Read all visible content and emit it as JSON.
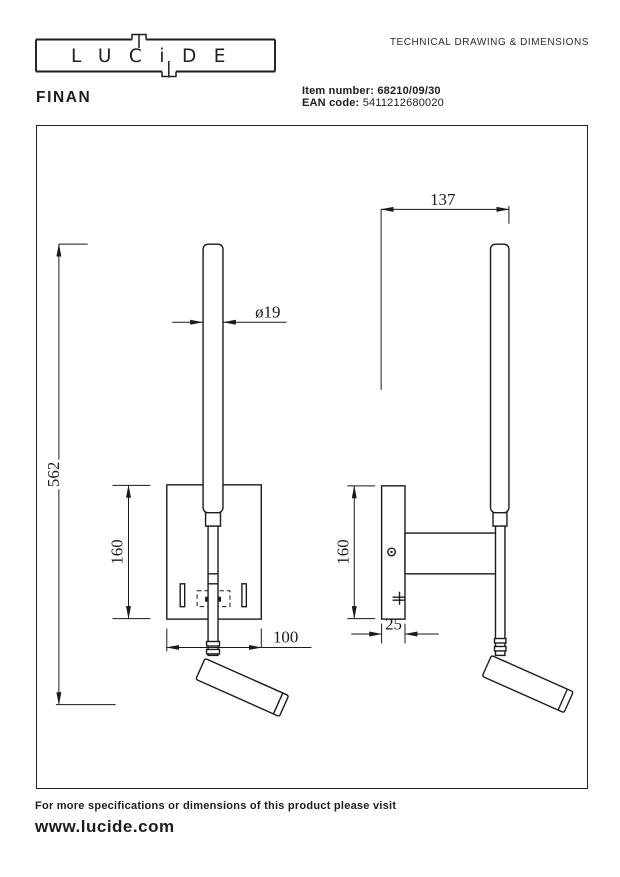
{
  "header": {
    "logo_text": "LUCiDE",
    "doc_title": "TECHNICAL DRAWING & DIMENSIONS",
    "product_name": "FINAN",
    "item_number_label": "Item number:",
    "item_number": "68210/09/30",
    "ean_label": "EAN code:",
    "ean": "5411212680020"
  },
  "drawing": {
    "dimensions": {
      "total_height": "562",
      "tube_diameter": "ø19",
      "fixture_depth": "137",
      "plate_height": "160",
      "plate_width": "100",
      "plate_depth": "25"
    }
  },
  "footer": {
    "note": "For more specifications or dimensions of this product please visit",
    "website": "www.lucide.com"
  }
}
